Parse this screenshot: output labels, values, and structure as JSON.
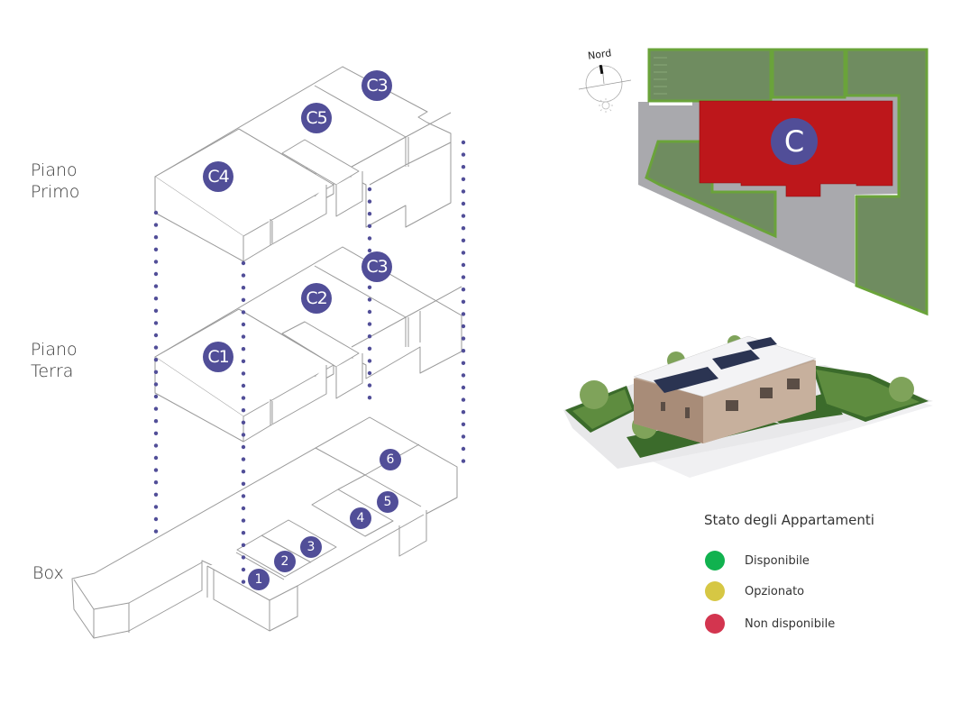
{
  "floors": {
    "primo": {
      "line1": "Piano",
      "line2": "Primo"
    },
    "terra": {
      "line1": "Piano",
      "line2": "Terra"
    },
    "box": {
      "label": "Box"
    }
  },
  "units": {
    "primo": [
      {
        "label": "C3",
        "status": "available"
      },
      {
        "label": "C5",
        "status": "available"
      },
      {
        "label": "C4",
        "status": "available"
      }
    ],
    "terra": [
      {
        "label": "C3",
        "status": "available"
      },
      {
        "label": "C2",
        "status": "available"
      },
      {
        "label": "C1",
        "status": "available"
      }
    ],
    "boxes": [
      "1",
      "2",
      "3",
      "4",
      "5",
      "6"
    ]
  },
  "site_plan": {
    "building_label": "C",
    "north_label": "Nord"
  },
  "legend": {
    "title": "Stato degli Appartamenti",
    "items": [
      {
        "label": "Disponibile",
        "color": "#11b24f"
      },
      {
        "label": "Opzionato",
        "color": "#d6c744"
      },
      {
        "label": "Non disponibile",
        "color": "#d3354f"
      }
    ]
  },
  "colors": {
    "accent": "#514e98",
    "building_fill": "#bd171b",
    "lawn": "#6f8c60",
    "hedge": "#6aa33a",
    "pavement": "#a9a9ad"
  }
}
